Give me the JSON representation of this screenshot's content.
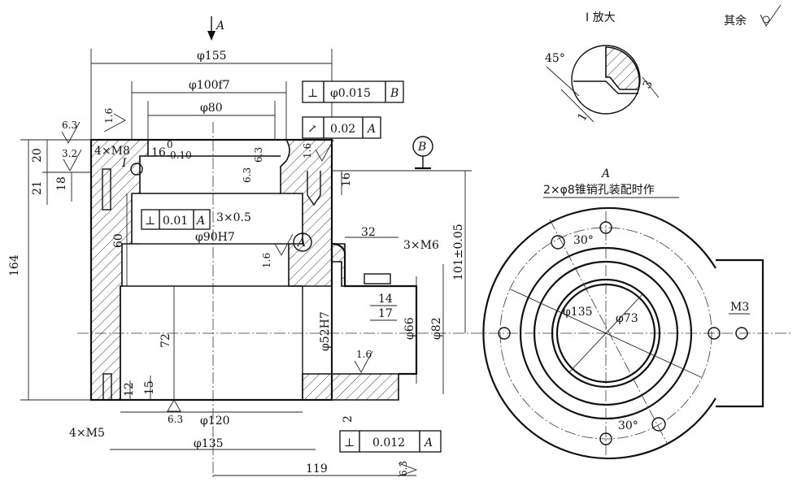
{
  "view_markers": {
    "section_arrow_top": "A",
    "view_a_label": "A",
    "datum_b": "B",
    "detail_marker": "I"
  },
  "detail_view": {
    "title": "I 放大",
    "angle": "45°",
    "dim_depth": "3",
    "dim_width": "1"
  },
  "roughness_note": {
    "text": "其余"
  },
  "dimensions": {
    "d155": "φ155",
    "d100f7": "φ100f7",
    "d80": "φ80",
    "d90h7": "φ90H7",
    "d120": "φ120",
    "d135": "φ135",
    "d52h7": "φ52H7",
    "d66": "φ66",
    "d82": "φ82",
    "dist119": "119",
    "dim164": "164",
    "dim20": "20",
    "dim21": "21",
    "dim18": "18",
    "dim60": "60",
    "dim72": "72",
    "dim12": "12",
    "dim15": "15",
    "dim16": "16",
    "dim101": "101±0.05",
    "dim32": "32",
    "dim14": "14",
    "dim17": "17",
    "dim2": "2",
    "groove": "3×0.5",
    "thread_m8": "4×M8",
    "thread_m5": "4×M5",
    "thread_m6": "3×M6",
    "thread_m3": "M3",
    "width16_base": "16",
    "width16_upper": "0",
    "width16_lower": "-0.10"
  },
  "roughness": {
    "r1": "6.3",
    "r2": "3.2",
    "r3": "1.6",
    "r4": "6.3",
    "r5": "6.3",
    "r6": "1.6",
    "r7": "1.6",
    "r8": "1.6",
    "r9": "6.3",
    "r10": "6.3"
  },
  "tolerance_frames": {
    "perp_b": {
      "symbol": "⊥",
      "value": "φ0.015",
      "datum": "B"
    },
    "runout_a": {
      "symbol": "↗",
      "value": "0.02",
      "datum": "A"
    },
    "perp_a_inner": {
      "symbol": "⊥",
      "value": "0.01",
      "datum": "A"
    },
    "perp_a_bottom": {
      "symbol": "⊥",
      "value": "0.012",
      "datum": "A"
    }
  },
  "plan_view": {
    "pin_note": "2×φ8锥销孔装配时作",
    "angle_top": "30°",
    "angle_bottom": "30°",
    "d135": "φ135",
    "d73": "φ73",
    "thread_m3": "M3"
  }
}
